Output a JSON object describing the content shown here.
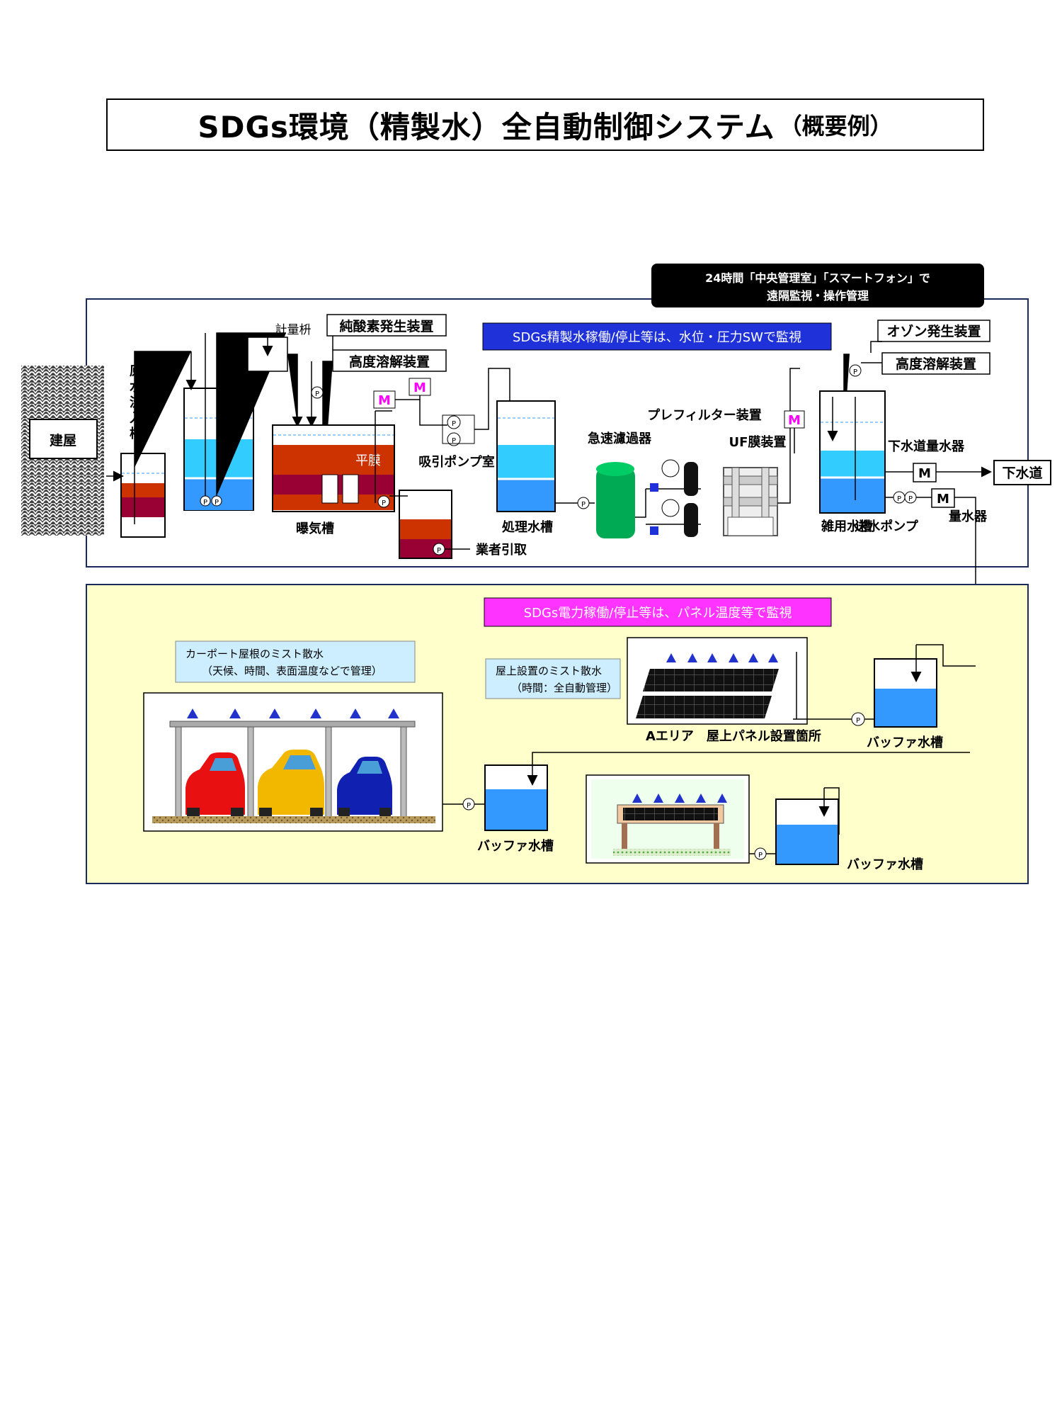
{
  "title": {
    "main": "SDGs環境（精製水）全自動制御システム",
    "sub": "（概要例）"
  },
  "remote": {
    "line1": "24時間「中央管理室」「スマートフォン」で",
    "line2": "遠隔監視・操作管理"
  },
  "banners": {
    "water": "SDGs精製水稼働/停止等は、水位・圧力SWで監視",
    "power": "SDGs電力稼働/停止等は、パネル温度等で監視"
  },
  "labels": {
    "building": "建屋",
    "inflow": [
      "原",
      "水",
      "流",
      "入",
      "槽"
    ],
    "metering": "計量枡",
    "oxygen": "純酸素発生装置",
    "dissolve1": "高度溶解装置",
    "membrane": "平膜",
    "aeration": "曝気槽",
    "suction": "吸引ポンプ室",
    "contractor": "業者引取",
    "treated": "処理水槽",
    "rapid_filter": "急速濾過器",
    "prefilter": "プレフィルター装置",
    "uf": "UF膜装置",
    "ozone": "オゾン発生装置",
    "dissolve2": "高度溶解装置",
    "sewer_meter": "下水道量水器",
    "sewer": "下水道",
    "misc_tank": "雑用水槽",
    "send_pump": "送水ポンプ",
    "meter": "量水器",
    "carport_mist1": "カーポート屋根のミスト散水",
    "carport_mist2": "（天候、時間、表面温度などで管理）",
    "roof_mist1": "屋上設置のミスト散水",
    "roof_mist2": "（時間：全自動管理）",
    "area_a": "Aエリア　屋上パネル設置箇所",
    "buffer1": "バッファ水槽",
    "buffer2": "バッファ水槽",
    "buffer3": "バッファ水槽",
    "m": "M",
    "p": "P"
  },
  "colors": {
    "water_light": "#33ccff",
    "water_blue": "#3399ff",
    "sludge_red": "#cc3300",
    "sludge_dark": "#990033",
    "banner_blue": "#1f31d8",
    "banner_magenta": "#ff33ff",
    "remote_bg": "#000000",
    "power_bg": "#ffffcc",
    "filter_green": "#00aa55",
    "car_red": "#e81010",
    "car_yellow": "#f2b800",
    "car_blue": "#1020b0"
  }
}
